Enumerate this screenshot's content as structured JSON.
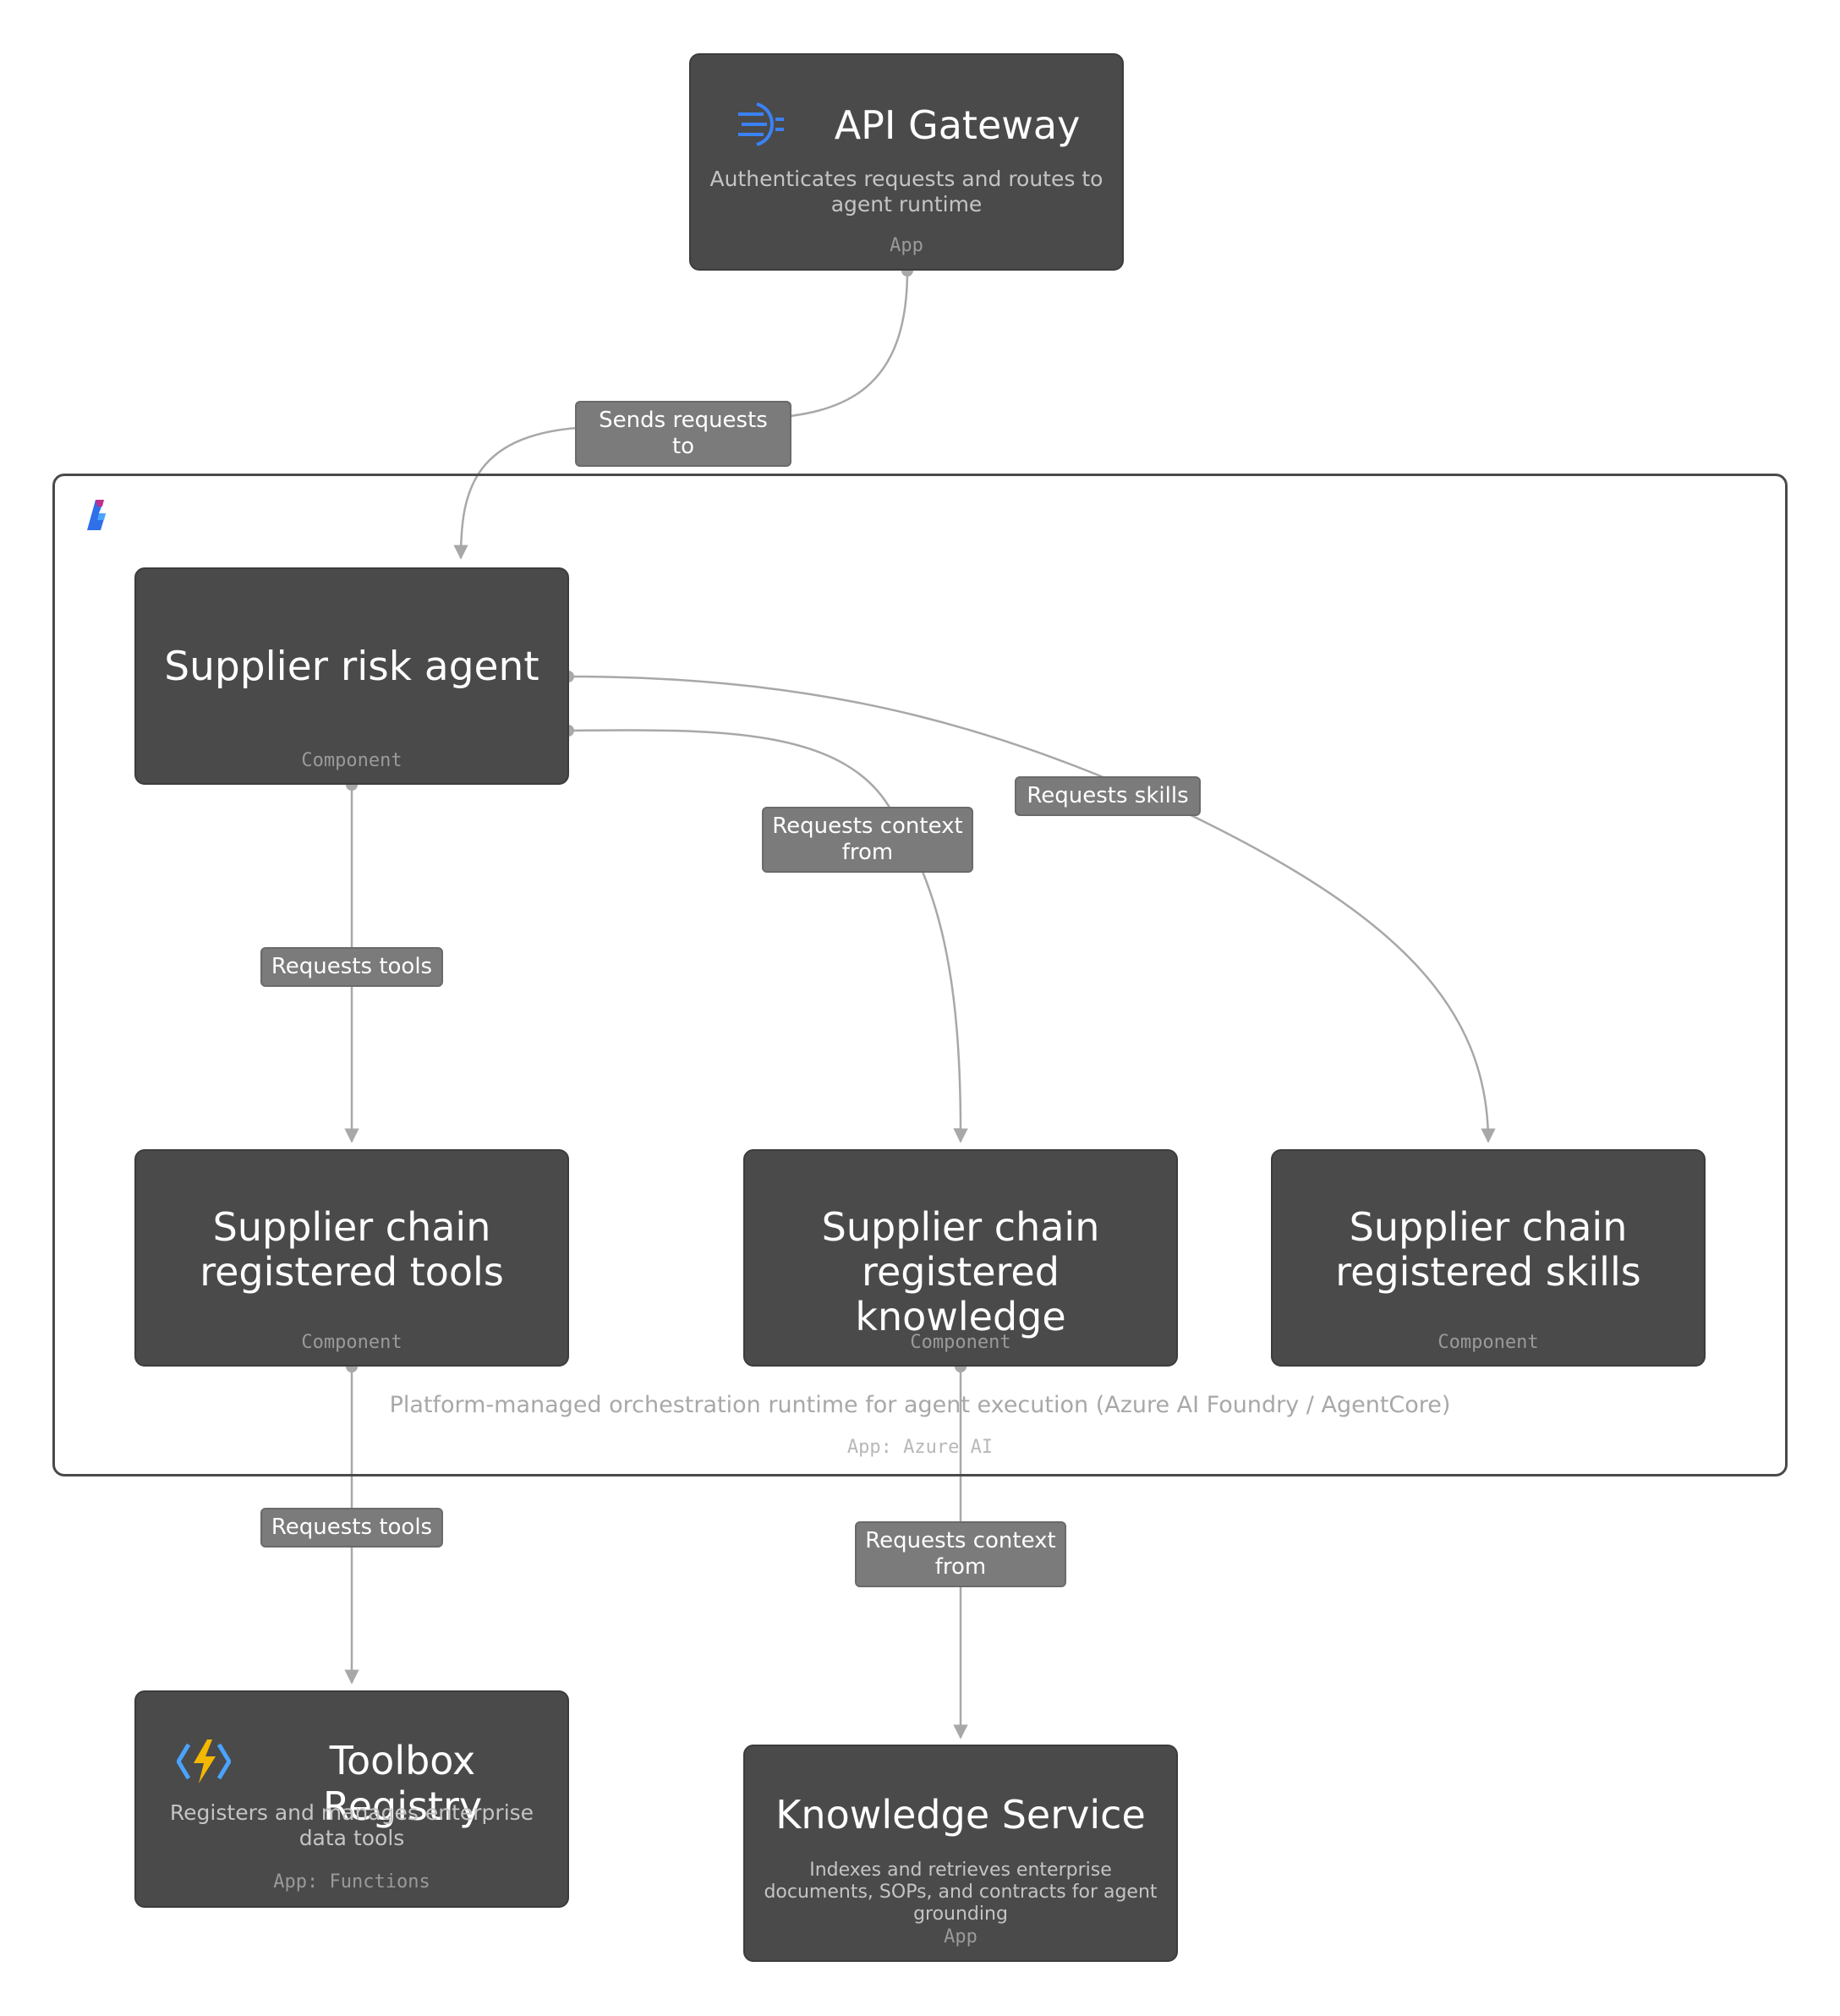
{
  "group": {
    "description": "Platform-managed orchestration runtime for agent execution (Azure AI Foundry / AgentCore)",
    "kind": "App: Azure AI",
    "icon": "azure-ai-foundry-icon"
  },
  "nodes": {
    "api_gateway": {
      "title": "API Gateway",
      "description": "Authenticates requests and routes to agent runtime",
      "kind": "App",
      "icon": "api-gateway-icon"
    },
    "supplier_risk_agent": {
      "title": "Supplier risk agent",
      "kind": "Component"
    },
    "registered_tools": {
      "title": "Supplier chain registered tools",
      "kind": "Component"
    },
    "registered_knowledge": {
      "title": "Supplier chain registered knowledge",
      "kind": "Component"
    },
    "registered_skills": {
      "title": "Supplier chain registered skills",
      "kind": "Component"
    },
    "toolbox_registry": {
      "title": "Toolbox Registry",
      "description": "Registers and manages enterprise data tools",
      "kind": "App: Functions",
      "icon": "azure-functions-icon"
    },
    "knowledge_service": {
      "title": "Knowledge Service",
      "description": "Indexes and retrieves enterprise documents, SOPs, and contracts for agent grounding",
      "kind": "App"
    }
  },
  "edges": [
    {
      "from": "API Gateway",
      "to": "Supplier risk agent",
      "label": "Sends requests to"
    },
    {
      "from": "Supplier risk agent",
      "to": "Supplier chain registered tools",
      "label": "Requests tools"
    },
    {
      "from": "Supplier risk agent",
      "to": "Supplier chain registered knowledge",
      "label": "Requests context from"
    },
    {
      "from": "Supplier risk agent",
      "to": "Supplier chain registered skills",
      "label": "Requests skills"
    },
    {
      "from": "Supplier chain registered tools",
      "to": "Toolbox Registry",
      "label": "Requests tools"
    },
    {
      "from": "Supplier chain registered knowledge",
      "to": "Knowledge Service",
      "label": "Requests context from"
    }
  ],
  "colors": {
    "node_fill": "#4a4a4a",
    "edge_line": "#a8a8a8",
    "label_fill": "#7b7b7b",
    "group_border": "#4a4a4a",
    "icon_blue": "#3b82f6",
    "icon_yellow": "#f5b800"
  }
}
